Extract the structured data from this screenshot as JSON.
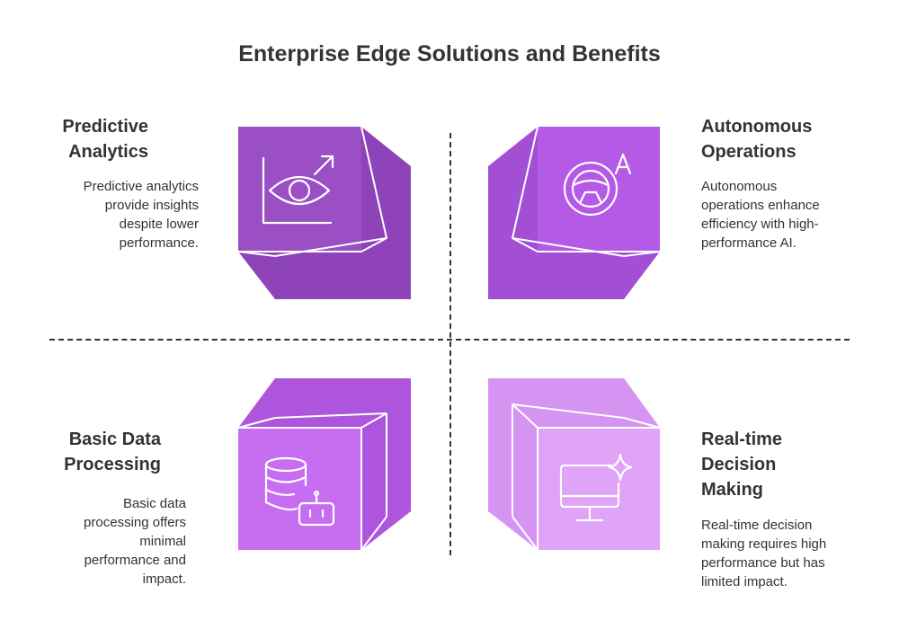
{
  "title": "Enterprise Edge Solutions and Benefits",
  "quadrants": {
    "top_left": {
      "title_line1": "Predictive",
      "title_line2": "Analytics",
      "desc_lines": [
        "Predictive analytics",
        "provide insights",
        "despite lower",
        "performance."
      ],
      "icon": "eye-chart-icon"
    },
    "top_right": {
      "title_line1": "Autonomous",
      "title_line2": "Operations",
      "desc_lines": [
        "Autonomous",
        "operations enhance",
        "efficiency with high-",
        "performance AI."
      ],
      "icon": "steering-wheel-auto-icon"
    },
    "bottom_left": {
      "title_line1": "Basic Data",
      "title_line2": "Processing",
      "desc_lines": [
        "Basic data",
        "processing offers",
        "minimal",
        "performance and",
        "impact."
      ],
      "icon": "database-bot-icon"
    },
    "bottom_right": {
      "title_line1": "Real-time",
      "title_line2": "Decision",
      "title_line3": "Making",
      "desc_lines": [
        "Real-time decision",
        "making requires high",
        "performance but has",
        "limited impact."
      ],
      "icon": "monitor-sparkle-icon"
    }
  },
  "colors": {
    "top_left_front": "#9b4fc4",
    "top_left_back": "#a05ad0",
    "top_right_front": "#b45ae6",
    "top_right_back": "#b860e6",
    "bottom_left_front": "#c66df2",
    "bottom_left_back": "#c26cef",
    "bottom_right_front": "#dfa3f7",
    "bottom_right_back": "#e4b0f8"
  }
}
